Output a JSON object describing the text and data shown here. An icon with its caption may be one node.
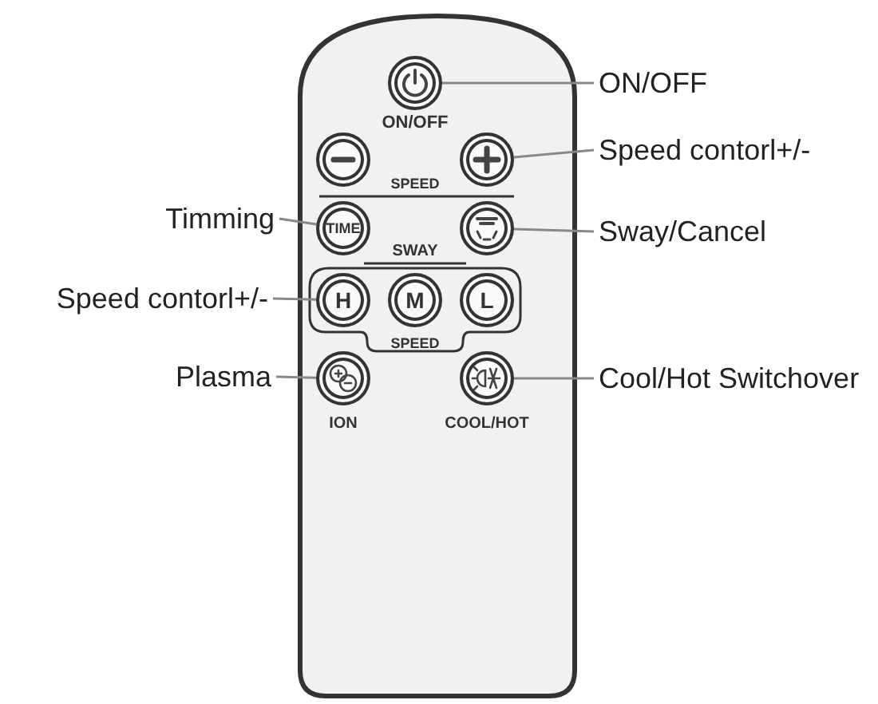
{
  "diagram": {
    "nodes": [
      {
        "text": [
          "ON/OFF"
        ]
      },
      {
        "text": [],
        "shape": "circle"
      },
      {
        "text": [
          "Speed contorl+/-"
        ]
      },
      {
        "text": [],
        "shape": "circle"
      },
      {
        "text": [],
        "shape": "circle"
      },
      {
        "text": [
          "Timming"
        ]
      },
      {
        "text": [
          "TIME"
        ]
      },
      {
        "text": [
          "Sway/Cancel"
        ]
      },
      {
        "text": [],
        "shape": "circle"
      },
      {
        "text": [
          "Speed contorl+/-"
        ]
      },
      {
        "text": [
          "H"
        ]
      },
      {
        "text": [
          "M"
        ]
      },
      {
        "text": [
          "L"
        ]
      },
      {
        "text": [
          "Plasma"
        ]
      },
      {
        "text": [],
        "shape": "circle"
      },
      {
        "text": [
          "Cool/Hot Switchover"
        ]
      },
      {
        "text": [],
        "shape": "circle"
      }
    ],
    "edges": [
      {
        "from": 0,
        "to": 1,
        "arrow": "none"
      },
      {
        "from": 2,
        "to": 4,
        "arrow": "none"
      },
      {
        "from": 5,
        "to": 6,
        "arrow": "none"
      },
      {
        "from": 7,
        "to": 8,
        "arrow": "none"
      },
      {
        "from": 9,
        "to": 10,
        "arrow": "none"
      },
      {
        "from": 13,
        "to": 14,
        "arrow": "none"
      },
      {
        "from": 15,
        "to": 16,
        "arrow": "none"
      }
    ],
    "labels": [
      "ON/OFF",
      "SPEED",
      "SWAY",
      "SPEED",
      "ION",
      "COOL/HOT"
    ]
  }
}
